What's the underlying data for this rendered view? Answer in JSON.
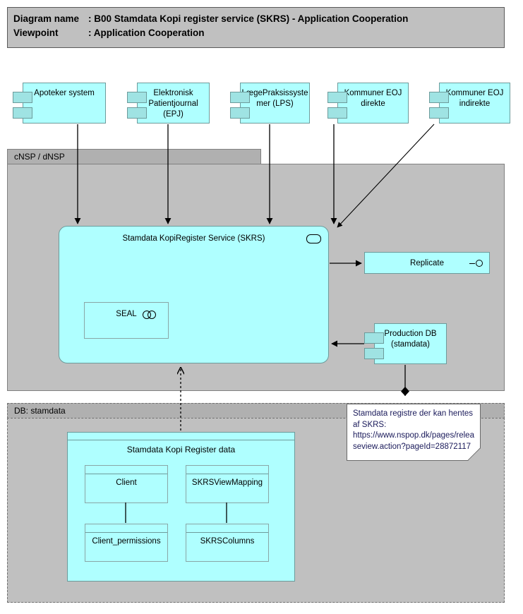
{
  "header": {
    "diagram_name_label": "Diagram name",
    "diagram_name_value": ": B00 Stamdata Kopi register service (SKRS) - Application Cooperation",
    "viewpoint_label": "Viewpoint",
    "viewpoint_value": ": Application Cooperation"
  },
  "groups": {
    "nsp": {
      "label": "cNSP / dNSP"
    },
    "db": {
      "label": "DB: stamdata"
    }
  },
  "actors": [
    {
      "label": "Apoteker system",
      "icon": "component-icon"
    },
    {
      "label": "Elektronisk\nPatientjournal\n(EPJ)",
      "icon": "component-icon"
    },
    {
      "label": "LægePraksissyste\nmer (LPS)",
      "icon": "component-icon"
    },
    {
      "label": "Kommuner EOJ\ndirekte",
      "icon": "component-icon"
    },
    {
      "label": "Kommuner EOJ\nindirekte",
      "icon": "component-icon"
    }
  ],
  "service": {
    "label": "Stamdata KopiRegister Service (SKRS)",
    "badge": "application-service-icon"
  },
  "seal": {
    "label": "SEAL",
    "badge": "application-collaboration-icon"
  },
  "replicate": {
    "label": "Replicate",
    "badge": "application-interface-icon"
  },
  "production_db": {
    "label": "Production DB\n(stamdata)",
    "icon": "component-icon"
  },
  "data_group": {
    "label": "Stamdata Kopi Register data"
  },
  "data_objects": [
    {
      "label": "Client"
    },
    {
      "label": "SKRSViewMapping"
    },
    {
      "label": "Client_permissions"
    },
    {
      "label": "SKRSColumns"
    }
  ],
  "note": {
    "text": "Stamdata registre der kan hentes af SKRS: https://www.nspop.dk/pages/releaseview.action?pageId=28872117"
  },
  "colors": {
    "element_fill": "#afffff",
    "element_stroke": "#6d9b9b",
    "group_fill": "#c0c0c0",
    "group_header": "#b0b0b0",
    "canvas": "#ffffff",
    "connector": "#000000",
    "note_text": "#1a1a5a"
  }
}
